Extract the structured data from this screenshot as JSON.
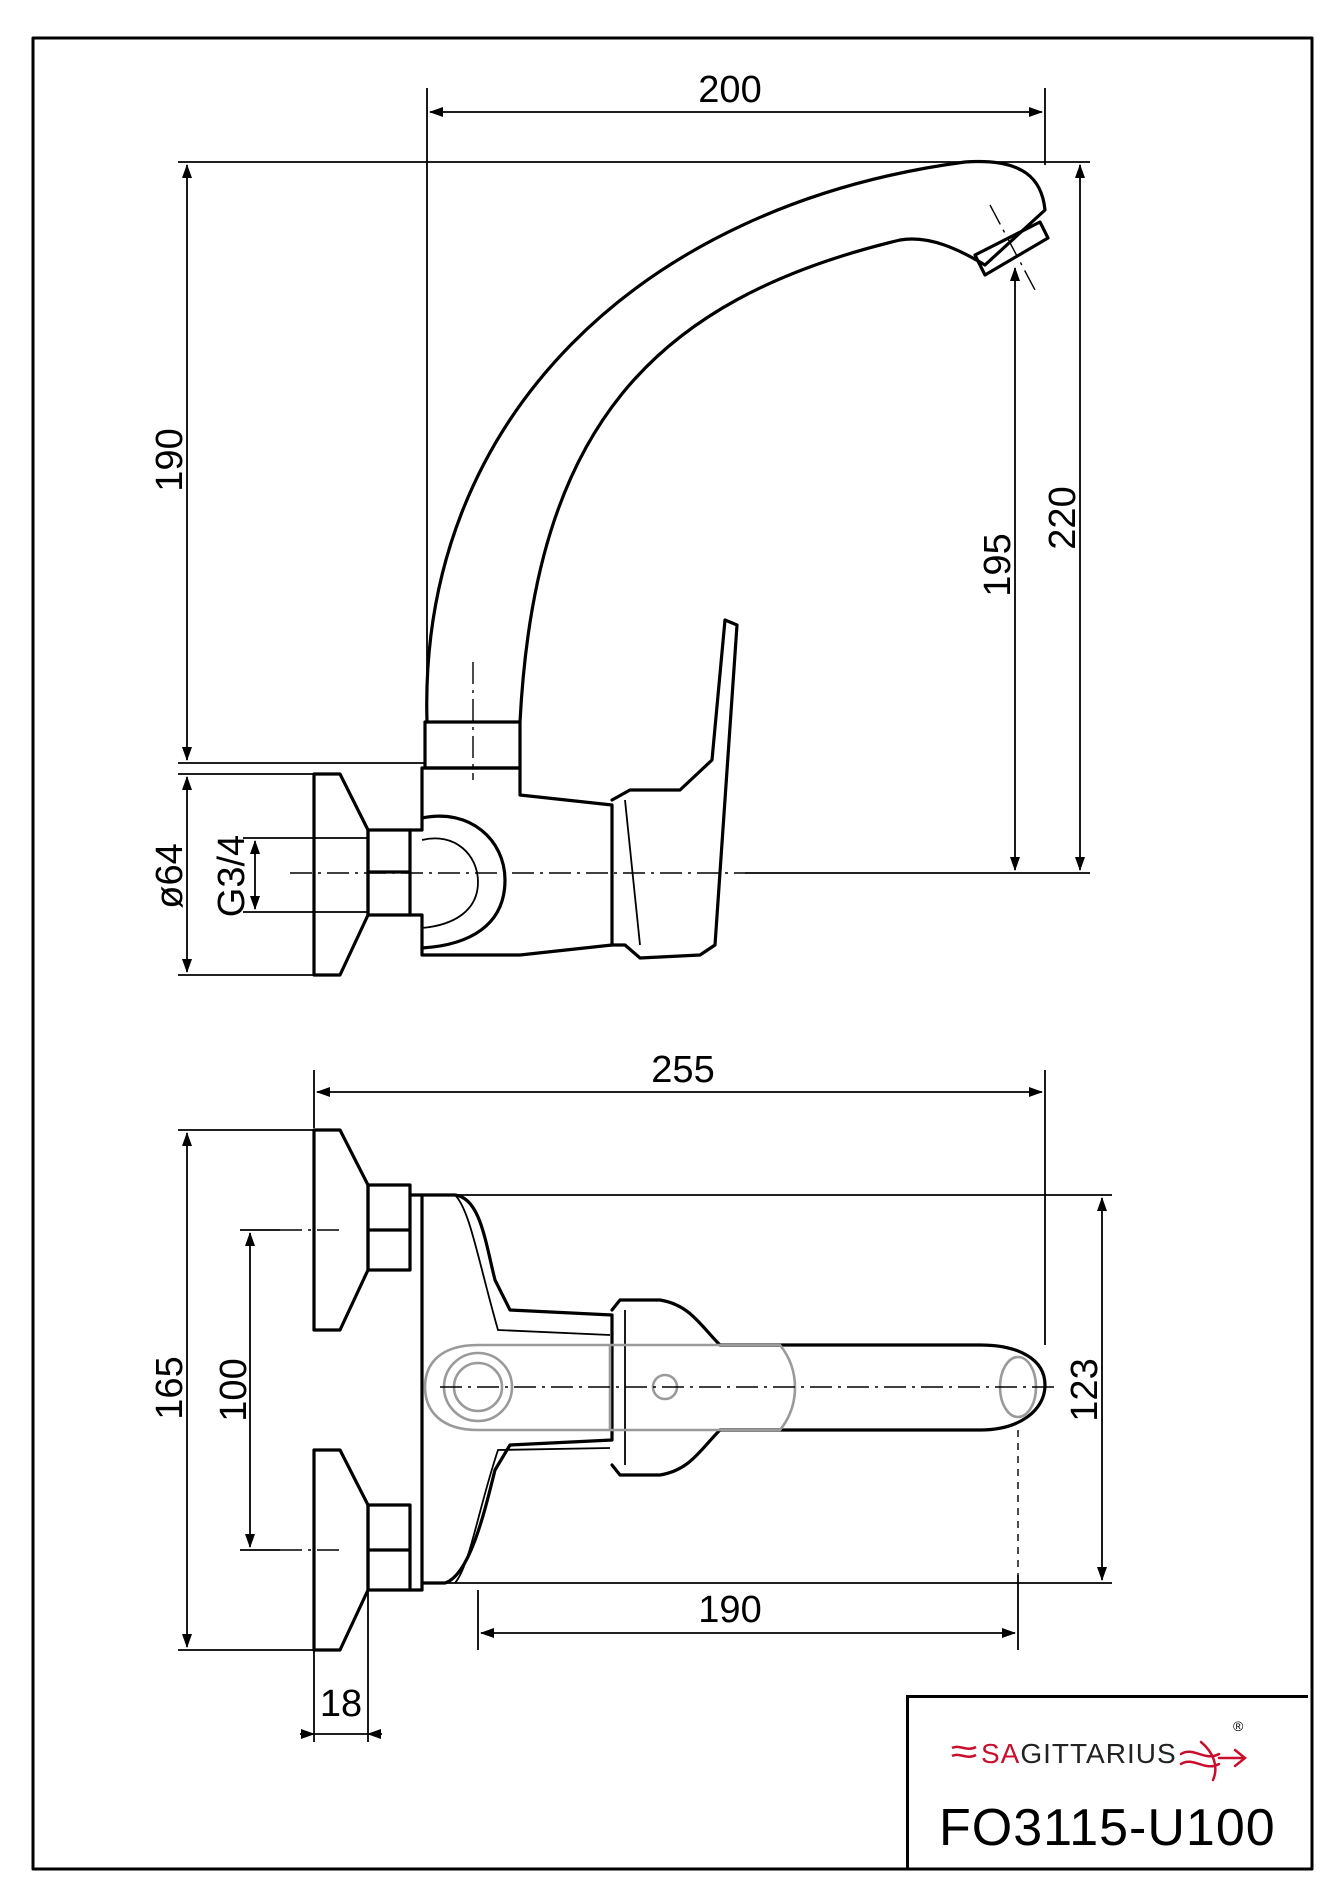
{
  "dimensions": {
    "top_view": {
      "spout_reach": "200",
      "height_to_spout": "190",
      "outlet_height": "195",
      "total_height": "220",
      "rosette_diameter": "ø64",
      "thread": "G3/4"
    },
    "bottom_view": {
      "overall_width": "255",
      "overall_depth": "165",
      "inlet_spacing": "100",
      "body_depth": "123",
      "spout_length": "190",
      "rosette_thickness": "18"
    }
  },
  "title_block": {
    "brand_prefix": "SA",
    "brand_rest": "GITTARIUS",
    "registered": "®",
    "model": "FO3115-U100"
  },
  "colors": {
    "line": "#000000",
    "brand_red": "#c8102e",
    "hidden_gray": "#9a9a9a"
  }
}
